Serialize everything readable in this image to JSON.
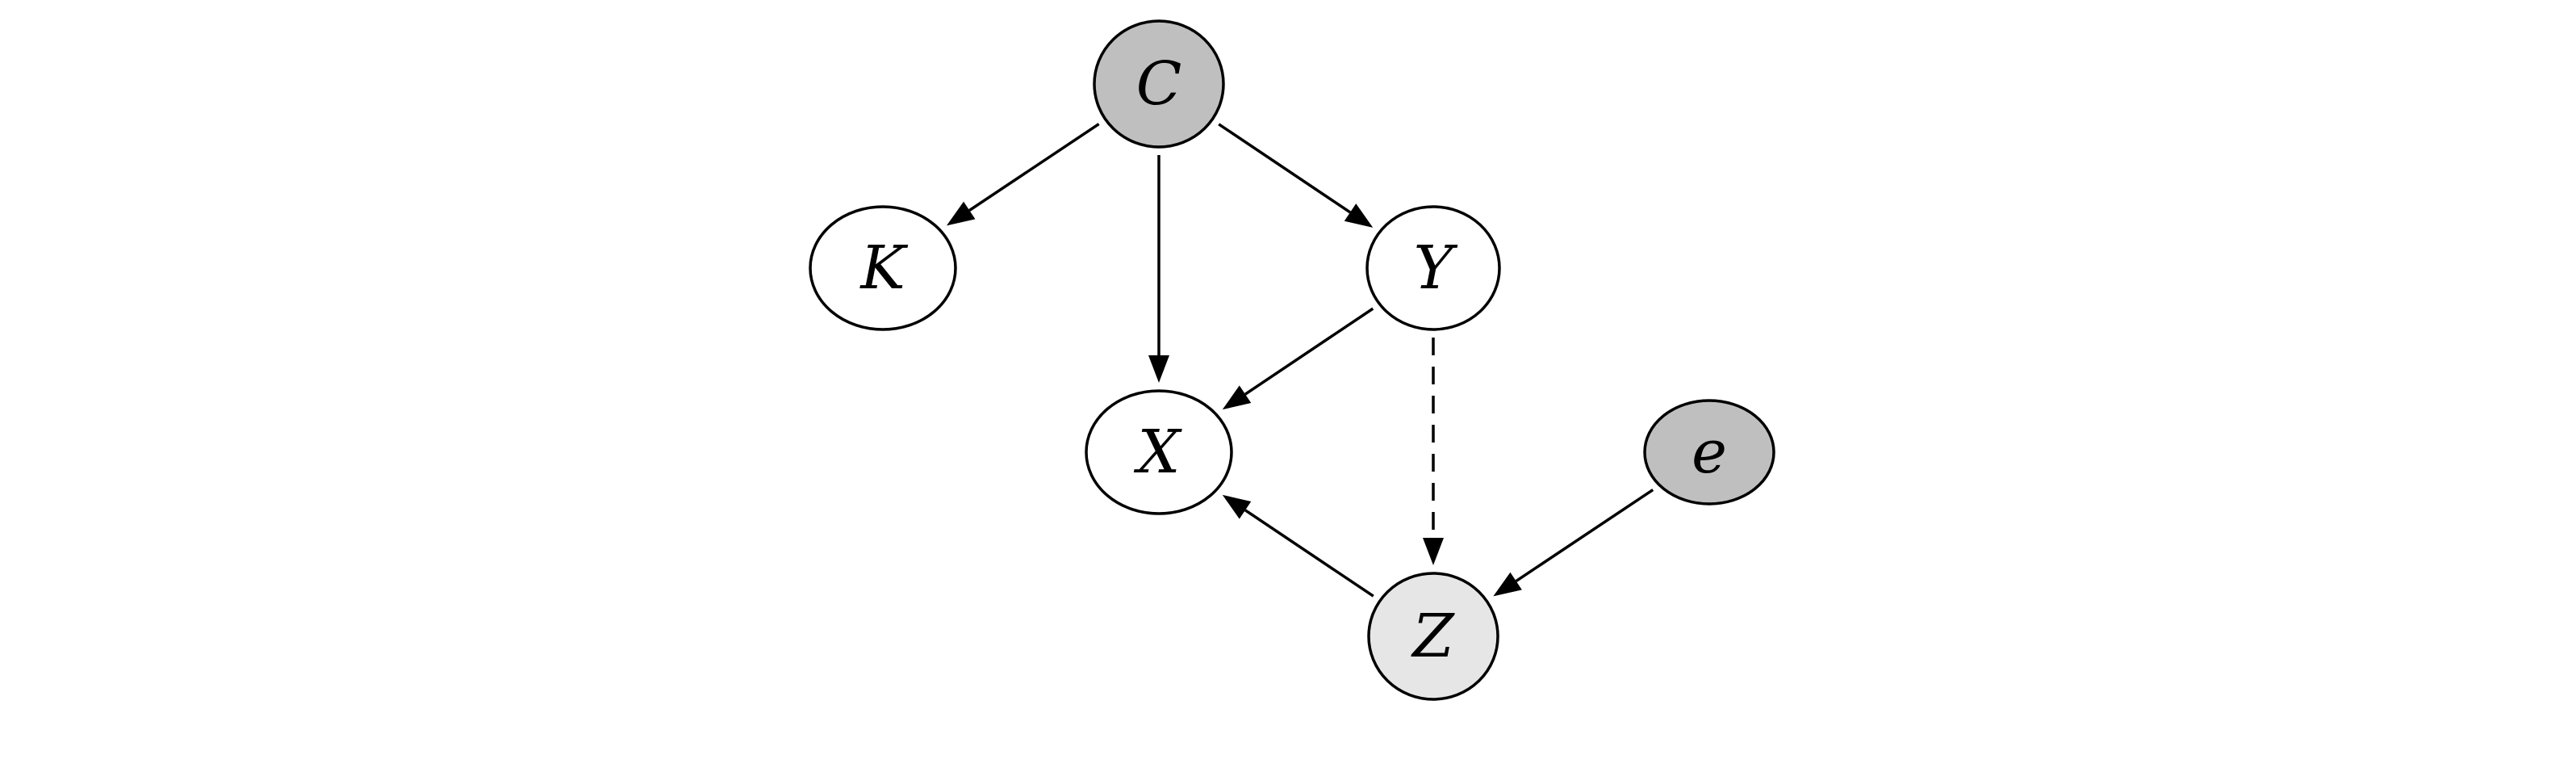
{
  "nodes": [
    {
      "id": "C",
      "label": "C",
      "fill": "#bfbfbf"
    },
    {
      "id": "K",
      "label": "K",
      "fill": "#ffffff"
    },
    {
      "id": "Y",
      "label": "Y",
      "fill": "#ffffff"
    },
    {
      "id": "X",
      "label": "X",
      "fill": "#ffffff"
    },
    {
      "id": "e",
      "label": "e",
      "fill": "#bfbfbf"
    },
    {
      "id": "Z",
      "label": "Z",
      "fill": "#e6e6e6"
    }
  ],
  "edges": [
    {
      "from": "C",
      "to": "K",
      "style": "solid"
    },
    {
      "from": "C",
      "to": "X",
      "style": "solid"
    },
    {
      "from": "C",
      "to": "Y",
      "style": "solid"
    },
    {
      "from": "Y",
      "to": "X",
      "style": "solid"
    },
    {
      "from": "Y",
      "to": "Z",
      "style": "dashed"
    },
    {
      "from": "Z",
      "to": "X",
      "style": "solid"
    },
    {
      "from": "e",
      "to": "Z",
      "style": "solid"
    }
  ],
  "colors": {
    "stroke": "#000000",
    "observed_fill": "#bfbfbf",
    "latent_fill": "#ffffff",
    "partial_fill": "#e6e6e6"
  }
}
